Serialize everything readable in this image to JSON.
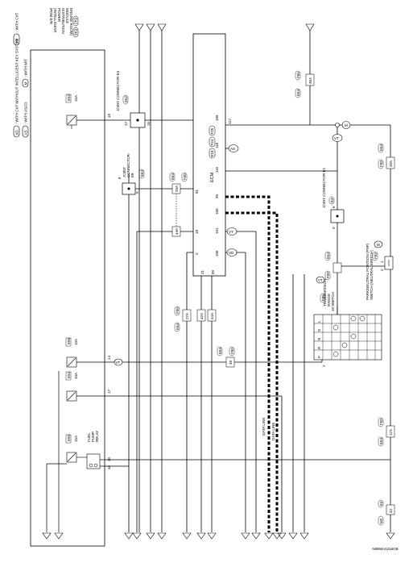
{
  "legend": {
    "asc": {
      "code": "AS",
      "text": ": WITH ASCD"
    },
    "mt": {
      "code": "M",
      "text": ": WITH M/T"
    },
    "vd": {
      "code": "VD",
      "text": ": WITH CVT WITHOUT INTELLIGENT KEY SYSTEM"
    },
    "vt": {
      "code": "VT",
      "text": ": WITH CVT"
    }
  },
  "ipdm": {
    "lines": [
      "IPDM E/R",
      "(INTELLIGENT",
      "POWER",
      "DISTRIBUTION",
      "MODULE",
      "ENGINE ROOM)"
    ],
    "connectors": [
      "E42",
      "E46"
    ]
  },
  "ecm": {
    "label": "ECM",
    "connectors": [
      "E18",
      "F24",
      "F25"
    ]
  },
  "ipdm_connectors": {
    "e52": "E52",
    "e56": "E56",
    "e51": "E51",
    "e50": "E50"
  },
  "fuses": {
    "f1": {
      "rating": "15A",
      "number": "52",
      "pin": "18"
    },
    "f2": {
      "rating": "10A",
      "number": "46",
      "pin": "14"
    },
    "f3": {
      "rating": "10A",
      "number": "51",
      "pin": "17"
    },
    "f4": {
      "rating": "15A",
      "number": "50",
      "pins": [
        "45",
        "19"
      ]
    }
  },
  "fuel_pump_relay": {
    "lines": [
      "FUEL",
      "PUMP",
      "RELAY"
    ]
  },
  "joint_connector_e4": {
    "label": "JOINT CONNECTOR-E4",
    "code": "E62",
    "pins": [
      "17",
      "16"
    ]
  },
  "joint_connector_e8": {
    "lines": [
      "JOINT",
      "CONNECTOR-",
      "E8"
    ],
    "code": "E64",
    "pins": [
      "8",
      "9"
    ]
  },
  "joint_connector_e1": {
    "label": "JOINT CONNECTOR-E1",
    "code": "E3",
    "pins": [
      "6",
      "3"
    ]
  },
  "ecm_pins": {
    "p109": "109",
    "p117": "117",
    "p116": "116",
    "p115": "115",
    "p81": "81",
    "p99": "99",
    "p100": "100",
    "p18": "18",
    "p101": "101",
    "p2": "2",
    "p106": "106",
    "p21": "21",
    "p89": "89"
  },
  "wire_codes": {
    "w29a": "29A",
    "w44a": "44A",
    "w27a": "27A",
    "w42a": "42A",
    "w44a2": "44A",
    "w48": "48",
    "w17a": "17A",
    "w33a": "33A",
    "w36a": "36A",
    "w43": "43"
  },
  "harness": {
    "e64": "E64",
    "f50": "F50",
    "f65": "F65",
    "e54": "E54",
    "e4": "E4",
    "m2": "M2"
  },
  "trans_range": {
    "lines": [
      "TRANSMISSION",
      "RANGE",
      "SWITCH"
    ],
    "code": "F86",
    "pins": [
      "10",
      "7"
    ],
    "positions": [
      "P",
      "R",
      "N",
      "D",
      "L"
    ]
  },
  "park_neutral": {
    "lines": [
      "PARK/NEUTRAL POSITION (PNP)",
      "SWITCH (NEUTRAL SWITCH)"
    ],
    "code": "F63",
    "pins": [
      "1",
      "2"
    ]
  },
  "data_line": {
    "label1": "DATA LINE",
    "label2": "DATA LINE"
  },
  "figure_id": "ABBWA1216GB"
}
